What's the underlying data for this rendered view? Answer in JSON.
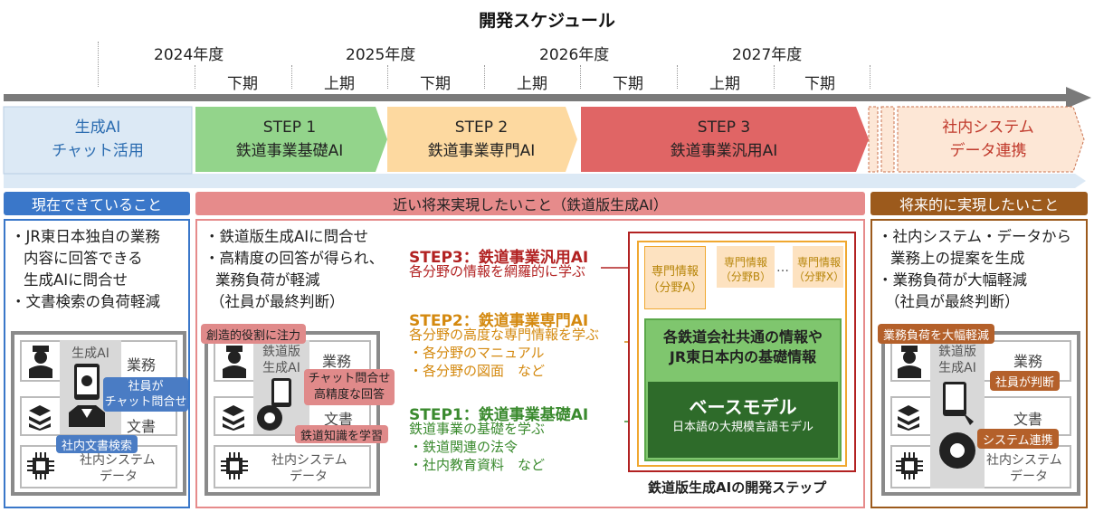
{
  "title": "開発スケジュール",
  "timeline": {
    "years": [
      "2024年度",
      "2025年度",
      "2026年度",
      "2027年度"
    ],
    "halves": [
      "下期",
      "上期",
      "下期",
      "上期",
      "下期",
      "上期",
      "下期"
    ]
  },
  "phases": [
    {
      "line1": "生成AI",
      "line2": "チャット活用",
      "color": "#dce9f5"
    },
    {
      "line1": "STEP 1",
      "line2": "鉄道事業基礎AI",
      "color": "#93d48b"
    },
    {
      "line1": "STEP 2",
      "line2": "鉄道事業専門AI",
      "color": "#fdd9a0"
    },
    {
      "line1": "STEP 3",
      "line2": "鉄道事業汎用AI",
      "color": "#e06565"
    },
    {
      "line1": "社内システム",
      "line2": "データ連携",
      "color": "#fde7d6"
    }
  ],
  "left_panel": {
    "header": "現在できていること",
    "bullets": [
      "・JR東日本独自の業務",
      "内容に回答できる",
      "生成AIに問合せ",
      "・文書検索の負荷軽減"
    ],
    "diagram": {
      "center_label": "生成AI",
      "rows": [
        "業務",
        "文書",
        "社内システム",
        "データ"
      ],
      "tag_chat": [
        "社員が",
        "チャット問合せ"
      ],
      "tag_search": "社内文書検索"
    }
  },
  "middle_panel": {
    "header": "近い将来実現したいこと（鉄道版生成AI）",
    "bullets": [
      "・鉄道版生成AIに問合せ",
      "・高精度の回答が得られ、",
      "業務負荷が軽減",
      "（社員が最終判断）"
    ],
    "diagram": {
      "tag_role": "創造的役割に注力",
      "center_label": [
        "鉄道版",
        "生成AI"
      ],
      "rows": [
        "業務",
        "文書",
        "社内システム",
        "データ"
      ],
      "tag_chat": [
        "チャット問合せ",
        "高精度な回答"
      ],
      "tag_learn": "鉄道知識を学習"
    },
    "steps": [
      {
        "title": "STEP3：鉄道事業汎用AI",
        "lines": [
          "各分野の情報を網羅的に学ぶ"
        ],
        "color": "#b22222"
      },
      {
        "title": "STEP2：鉄道事業専門AI",
        "lines": [
          "各分野の高度な専門情報を学ぶ",
          "・各分野のマニュアル",
          "・各分野の図面　など"
        ],
        "color": "#d4890f"
      },
      {
        "title": "STEP1：鉄道事業基礎AI",
        "lines": [
          "鉄道事業の基礎を学ぶ",
          "・鉄道関連の法令",
          "・社内教育資料　など"
        ],
        "color": "#3a8a2e"
      }
    ],
    "model": {
      "specialties": [
        [
          "専門情報",
          "（分野A）"
        ],
        [
          "専門情報",
          "（分野B）"
        ],
        [
          "専門情報",
          "（分野X）"
        ]
      ],
      "ellipsis": "…",
      "common": [
        "各鉄道会社共通の情報や",
        "JR東日本内の基礎情報"
      ],
      "base_title": "ベースモデル",
      "base_sub": "日本語の大規模言語モデル",
      "caption": "鉄道版生成AIの開発ステップ"
    }
  },
  "right_panel": {
    "header": "将来的に実現したいこと",
    "bullets": [
      "・社内システム・データから",
      "業務上の提案を生成",
      "・業務負荷が大幅軽減",
      "（社員が最終判断）"
    ],
    "diagram": {
      "tag_reduce": "業務負荷を大幅軽減",
      "center_label": [
        "鉄道版",
        "生成AI"
      ],
      "rows": [
        "業務",
        "文書",
        "社内システム",
        "データ"
      ],
      "tag_judge": "社員が判断",
      "tag_link": "システム連携"
    }
  }
}
